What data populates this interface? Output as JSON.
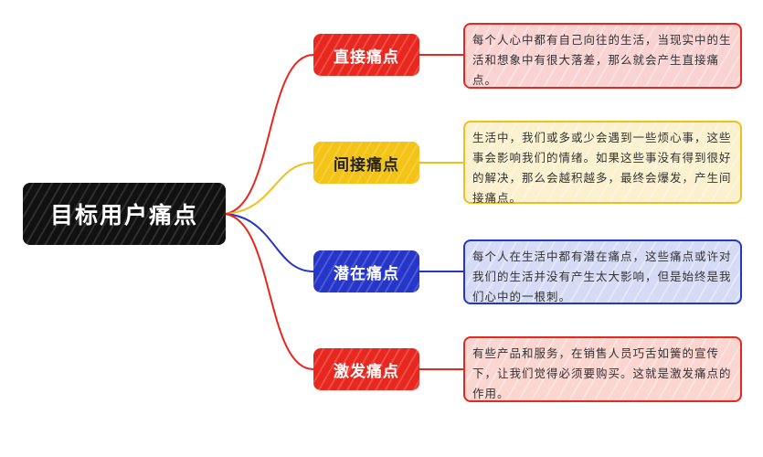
{
  "root": {
    "label": "目标用户痛点",
    "color": "#111111"
  },
  "branches": [
    {
      "label": "直接痛点",
      "color": "#e8271f",
      "text_color": "#ffffff",
      "desc": "每个人心中都有自己向往的生活，当现实中的生活和想象中有很大落差，那么就会产生直接痛点。",
      "desc_bg": "#f9d2d2",
      "desc_border": "#e8271f"
    },
    {
      "label": "间接痛点",
      "color": "#f3c316",
      "text_color": "#222222",
      "desc": "生活中，我们或多或少会遇到一些烦心事，这些事会影响我们的情绪。如果这些事没有得到很好的解决，那么会越积越多，最终会爆发，产生间接痛点。",
      "desc_bg": "#fbf1cf",
      "desc_border": "#f0bf1a"
    },
    {
      "label": "潜在痛点",
      "color": "#2536c9",
      "text_color": "#ffffff",
      "desc": "每个人在生活中都有潜在痛点，这些痛点或许对我们的生活并没有产生太大影响，但是始终是我们心中的一根刺。",
      "desc_bg": "#d5dbf5",
      "desc_border": "#2536c9"
    },
    {
      "label": "激发痛点",
      "color": "#e8271f",
      "text_color": "#ffffff",
      "desc": "有些产品和服务，在销售人员巧舌如簧的宣传下，让我们觉得必须要购买。这就是激发痛点的作用。",
      "desc_bg": "#fbd5d0",
      "desc_border": "#e8271f"
    }
  ]
}
